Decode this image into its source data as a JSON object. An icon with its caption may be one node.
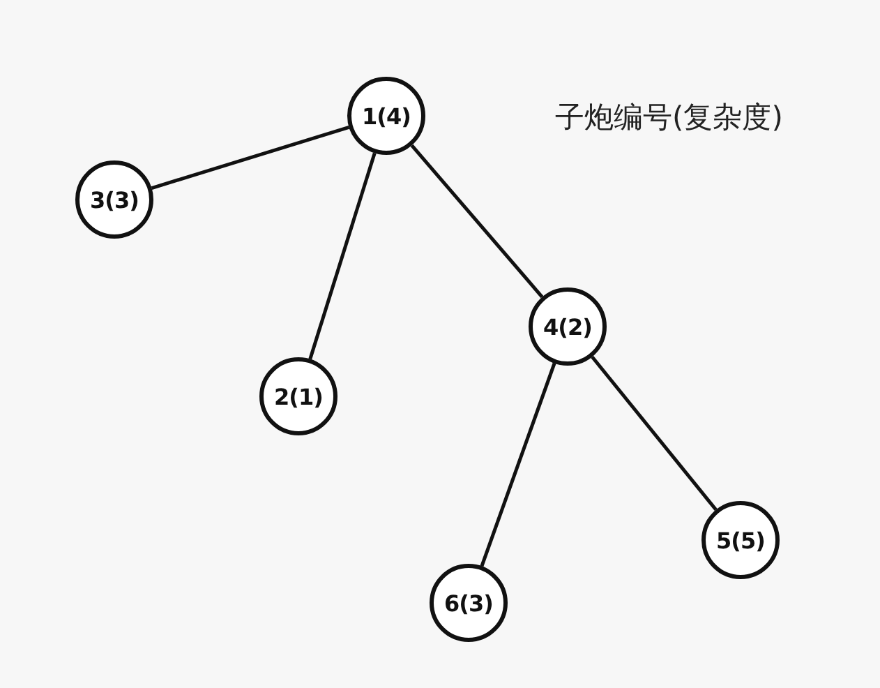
{
  "diagram": {
    "nodes": [
      {
        "text": [
          "1(4)"
        ]
      },
      {
        "text": [
          "3(3)"
        ]
      },
      {
        "text": [
          "2(1)"
        ]
      },
      {
        "text": [
          "4(2)"
        ]
      },
      {
        "text": [
          "6(3)"
        ]
      },
      {
        "text": [
          "5(5)"
        ]
      }
    ],
    "edges": [
      {
        "from": 0,
        "to": 1,
        "arrow": "none"
      },
      {
        "from": 0,
        "to": 2,
        "arrow": "none"
      },
      {
        "from": 0,
        "to": 3,
        "arrow": "none"
      },
      {
        "from": 3,
        "to": 4,
        "arrow": "none"
      },
      {
        "from": 3,
        "to": 5,
        "arrow": "none"
      }
    ],
    "labels": [
      "子炮编号(复杂度)"
    ]
  }
}
